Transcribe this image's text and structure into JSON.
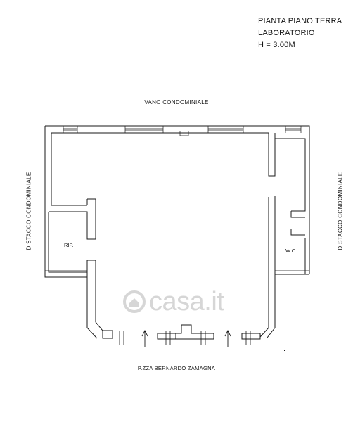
{
  "title": {
    "line1": "PIANTA PIANO TERRA",
    "line2": "LABORATORIO",
    "line3": "H = 3.00M"
  },
  "labels": {
    "top": "VANO CONDOMINIALE",
    "bottom": "P.ZZA BERNARDO ZAMAGNA",
    "left": "DISTACCO CONDOMINIALE",
    "right": "DISTACCO CONDOMINIALE"
  },
  "rooms": {
    "storage": "RIP.",
    "toilet": "W.C."
  },
  "watermark": {
    "text": "casa.it",
    "icon": "house-icon"
  }
}
